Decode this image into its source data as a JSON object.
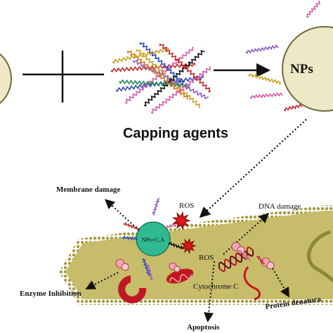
{
  "labels": {
    "nps": "NPs",
    "capping_agents": "Capping agents",
    "membrane_damage": "Membrane damage",
    "ros_top": "ROS",
    "ros_bottom": "ROS",
    "dna_damage": "DNA damage",
    "nps_ca": "NPs+C.A",
    "enzyme_inhibition": "Enzyme Inhibition",
    "cytochrome_c": "Cytochrome C",
    "protein_denaturation": "Protein denatura",
    "apoptosis": "Apoptosis"
  },
  "colors": {
    "nps_fill": "#ede8c6",
    "cell_fill": "#c7bc6a",
    "membrane_dot": "#a79a3e",
    "nps_ca_fill": "#2fb98f",
    "ros_red": "#d81818",
    "cytochrome_red": "#c01822",
    "wave_colors": [
      "#c62828",
      "#2e4bb0",
      "#d45fa8",
      "#c9a227",
      "#8e5cc9",
      "#1a8a5a",
      "#111111",
      "#d97a1e"
    ]
  },
  "icons": [
    "ros-burst-icon",
    "dna-helix-icon",
    "mitochondrion-icon",
    "enzyme-icon",
    "ribosome-icon"
  ]
}
